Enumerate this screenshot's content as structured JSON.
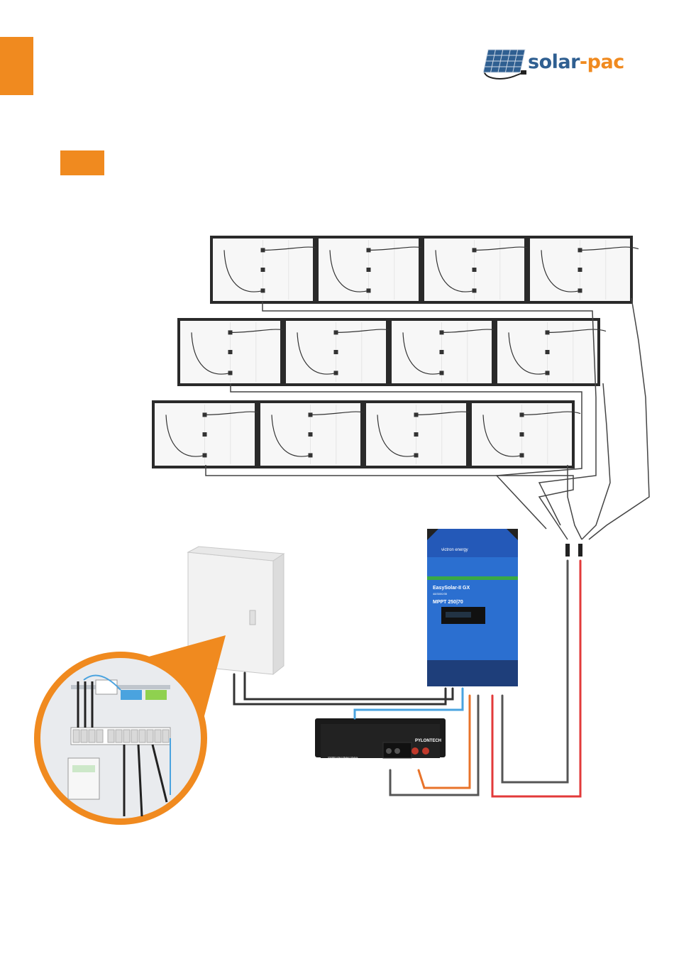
{
  "brand": {
    "name_part1": "solar",
    "name_sep": "-",
    "name_part2": "pac",
    "accent_orange": "#f08a1f",
    "accent_blue": "#2f5f91"
  },
  "inverter": {
    "brand": "victron energy",
    "model": "EasySolar-II GX",
    "sub": "48/3000/35",
    "mppt": "MPPT 250|70",
    "body_color": "#2b6fd0"
  },
  "battery": {
    "brand": "PYLONTECH",
    "label": "US3000 Lithium Battery Module"
  },
  "cable_colors": {
    "dc_plus": "#e23a3a",
    "dc_minus": "#555555",
    "bat_plus": "#e8732a",
    "comm": "#4aa3df",
    "ac": "#333333"
  }
}
